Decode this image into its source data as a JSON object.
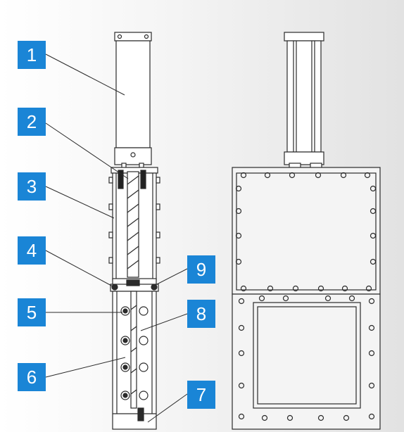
{
  "theme": {
    "callout_color": "#1a85d6",
    "line_color": "#2b2b2b",
    "fill_color": "#ffffff",
    "panel_fill": "#f3f3f3"
  },
  "callouts": [
    {
      "id": "1",
      "label": "1",
      "part": "cylinder"
    },
    {
      "id": "2",
      "label": "2",
      "part": "piston-rod"
    },
    {
      "id": "3",
      "label": "3",
      "part": "bonnet-housing"
    },
    {
      "id": "4",
      "label": "4",
      "part": "packing-gland"
    },
    {
      "id": "5",
      "label": "5",
      "part": "body-bolts"
    },
    {
      "id": "6",
      "label": "6",
      "part": "knife-gate"
    },
    {
      "id": "7",
      "label": "7",
      "part": "bottom-support"
    },
    {
      "id": "8",
      "label": "8",
      "part": "valve-body"
    },
    {
      "id": "9",
      "label": "9",
      "part": "gland-bolts"
    }
  ]
}
